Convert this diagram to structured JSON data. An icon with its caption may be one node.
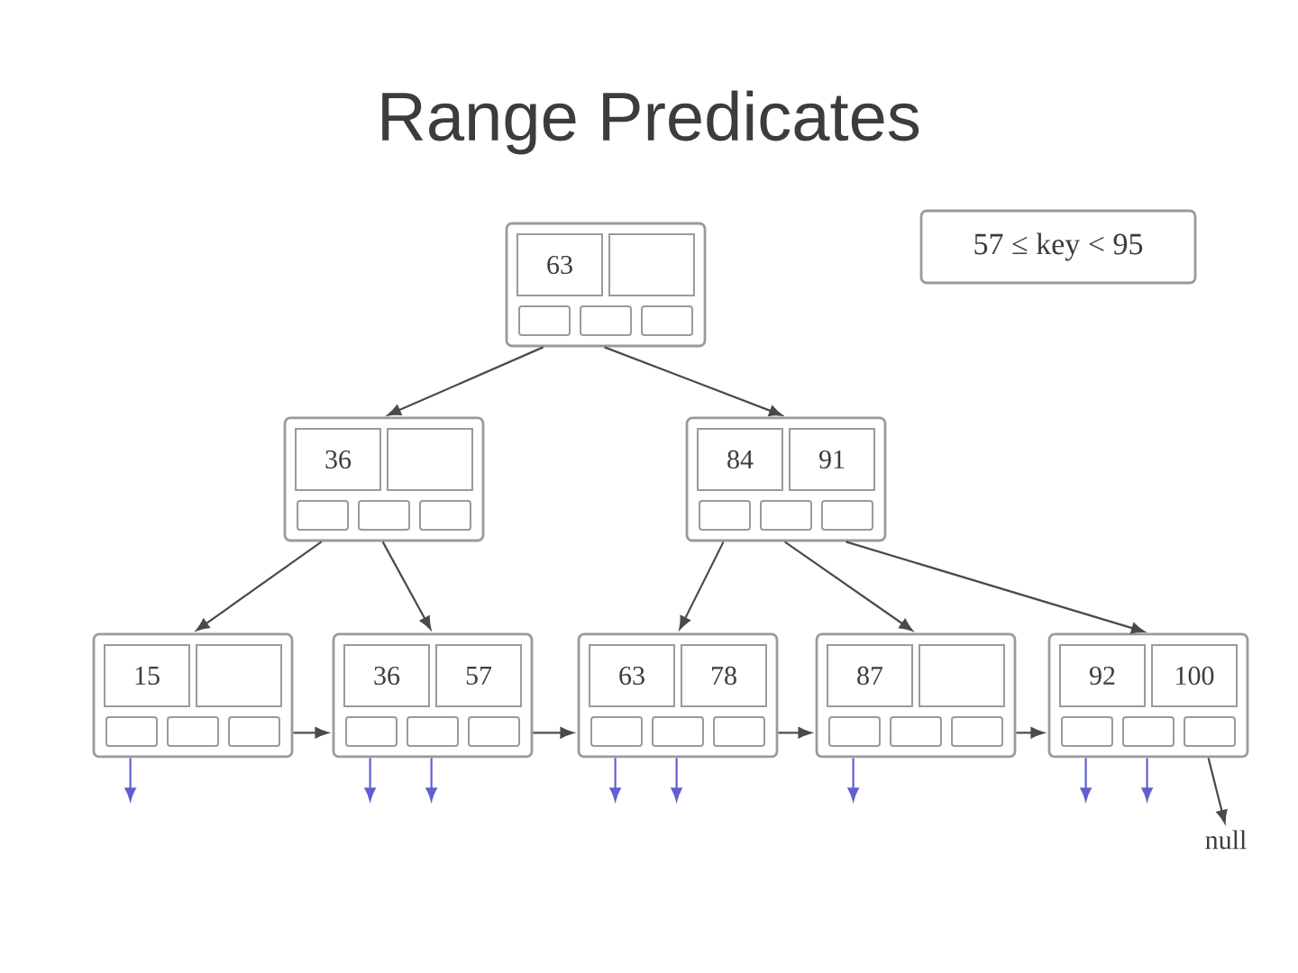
{
  "diagram": {
    "title": "Range Predicates",
    "nodes": [
      {
        "text": [
          "63"
        ]
      },
      {
        "text": [
          "57 ≤ key < 95"
        ]
      },
      {
        "text": [
          "36"
        ]
      },
      {
        "text": [
          "84",
          "91"
        ]
      },
      {
        "text": [
          "15"
        ]
      },
      {
        "text": [
          "36",
          "57"
        ]
      },
      {
        "text": [
          "63",
          "78"
        ]
      },
      {
        "text": [
          "87"
        ]
      },
      {
        "text": [
          "92",
          "100"
        ]
      },
      {
        "text": [
          "null"
        ]
      }
    ],
    "edges": [
      {
        "from": 0,
        "to": 2,
        "arrow": "to"
      },
      {
        "from": 0,
        "to": 3,
        "arrow": "to"
      },
      {
        "from": 2,
        "to": 4,
        "arrow": "to"
      },
      {
        "from": 2,
        "to": 5,
        "arrow": "to"
      },
      {
        "from": 3,
        "to": 6,
        "arrow": "to"
      },
      {
        "from": 3,
        "to": 7,
        "arrow": "to"
      },
      {
        "from": 3,
        "to": 8,
        "arrow": "to"
      },
      {
        "from": 4,
        "to": 5,
        "arrow": "to"
      },
      {
        "from": 5,
        "to": 6,
        "arrow": "to"
      },
      {
        "from": 6,
        "to": 7,
        "arrow": "to"
      },
      {
        "from": 7,
        "to": 8,
        "arrow": "to"
      },
      {
        "from": 8,
        "to": 9,
        "arrow": "to"
      },
      {
        "from": 4,
        "to": null,
        "arrow": "to",
        "color": "#6060d0"
      },
      {
        "from": 5,
        "to": null,
        "arrow": "to",
        "color": "#6060d0"
      },
      {
        "from": 5,
        "to": null,
        "arrow": "to",
        "color": "#6060d0"
      },
      {
        "from": 6,
        "to": null,
        "arrow": "to",
        "color": "#6060d0"
      },
      {
        "from": 6,
        "to": null,
        "arrow": "to",
        "color": "#6060d0"
      },
      {
        "from": 7,
        "to": null,
        "arrow": "to",
        "color": "#6060d0"
      },
      {
        "from": 8,
        "to": null,
        "arrow": "to",
        "color": "#6060d0"
      },
      {
        "from": 8,
        "to": null,
        "arrow": "to",
        "color": "#6060d0"
      }
    ]
  }
}
